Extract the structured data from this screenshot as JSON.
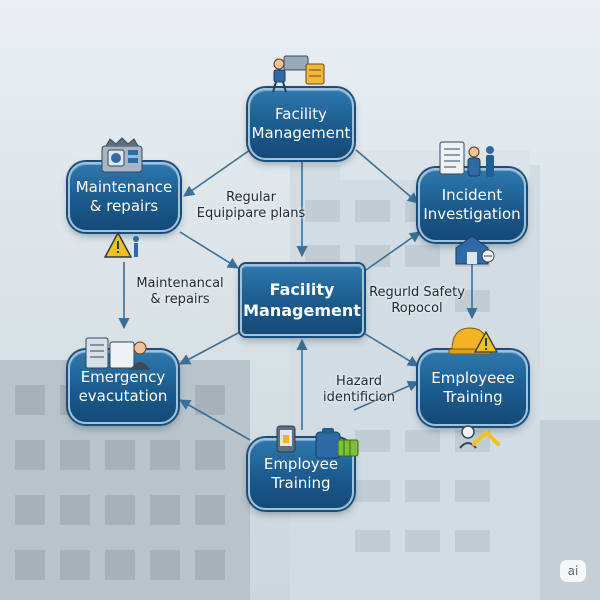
{
  "nodes": {
    "top": "Facility\nManagement",
    "maintenance": "Maintenance\n& repairs",
    "incident": "Incident\nInvestigation",
    "center": "Facility\nManagement",
    "emergency": "Emergency\nevacutation",
    "training_right": "Employeee\nTraining",
    "training_bottom": "Employee\nTraining"
  },
  "edge_labels": {
    "regular_plans": "Regular\nEquipipare plans",
    "maintenance_repairs": "Maintenancal\n& repairs",
    "safety_protocol": "Regurld Safety\nRopocol",
    "hazard": "Hazard identificion"
  },
  "watermark": "ai",
  "colors": {
    "node_fill": "#1f5f92",
    "node_border": "#9ec3df",
    "arrow": "#3d6f96",
    "warning": "#f4c020"
  },
  "icons": [
    "worker-desk-icon",
    "machine-icon",
    "warning-sign-icon",
    "report-person-icon",
    "house-shield-icon",
    "id-card-person-icon",
    "hard-hat-warning-icon",
    "safety-person-icon",
    "phone-icon",
    "toolbox-icon"
  ]
}
